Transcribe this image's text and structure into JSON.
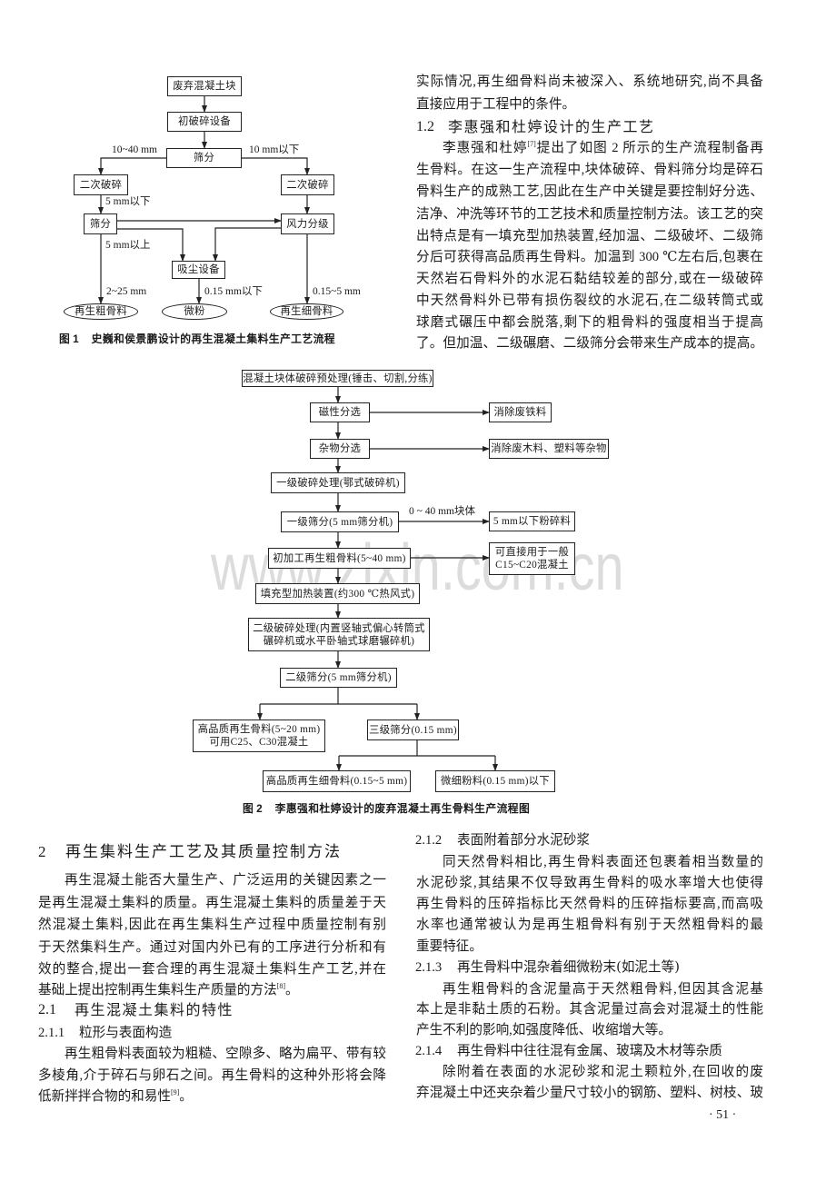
{
  "watermark": "www.zixin.com.cn",
  "page_number": "· 51 ·",
  "figure_1": {
    "caption_num": "图 1",
    "caption_title": "史巍和侯景鹏设计的再生混凝土集料生产工艺流程",
    "nodes": {
      "waste_block": "废弃混凝土块",
      "primary_crusher": "初破碎设备",
      "screening": "筛分",
      "secondary_crush_left": "二次破碎",
      "secondary_crush_right": "二次破碎",
      "screening_small": "筛分",
      "air_classifier": "风力分级",
      "dust_collector": "吸尘设备",
      "coarse_aggregate": "再生粗骨料",
      "fine_powder": "微粉",
      "fine_aggregate": "再生细骨料"
    },
    "labels": {
      "size_10_40": "10~40 mm",
      "below_10": "10 mm以下",
      "below_5": "5 mm以下",
      "above_5": "5 mm以上",
      "size_2_25": "2~25 mm",
      "below_015": "0.15 mm以下",
      "size_015_5": "0.15~5 mm"
    }
  },
  "figure_2": {
    "caption_num": "图 2",
    "caption_title": "李惠强和杜婷设计的废弃混凝土再生骨料生产流程图",
    "nodes": {
      "pretreatment": "混凝土块体破碎预处理(锤击、切割,分练)",
      "magnetic_sort": "磁性分选",
      "remove_iron": "消除废铁料",
      "debris_sort": "杂物分选",
      "remove_debris": "消除废木料、塑料等杂物",
      "primary_crush": "一级破碎处理(鄂式破碎机)",
      "primary_screen": "一级筛分(5 mm筛分机)",
      "below_5_crushed": "5 mm以下粉碎料",
      "rough_coarse": "初加工再生粗骨料(5~40 mm)",
      "direct_use": "可直接用于一般\nC15~C20混凝土",
      "heater": "填充型加热装置(约300 ℃热风式)",
      "secondary_crush": "二级破碎处理(内置竖轴式偏心转筒式\n碾碎机或水平卧轴式球磨辗碎机)",
      "secondary_screen": "二级筛分(5 mm筛分机)",
      "hq_coarse": "高品质再生骨料(5~20 mm)\n可用C25、C30混凝土",
      "tertiary_screen": "三级筛分(0.15 mm)",
      "hq_fine": "高品质再生细骨料(0.15~5 mm)",
      "micro_powder": "微细粉料(0.15 mm)以下"
    },
    "labels": {
      "block_0_40": "0 ~ 40 mm块体"
    }
  },
  "right_top": {
    "lines": [
      "实际情况,再生细骨料尚未被深入、系统地研究,尚不具备",
      "直接应用于工程中的条件。"
    ],
    "heading": {
      "num": "1.2",
      "title": "李惠强和杜婷设计的生产工艺"
    },
    "para_first": {
      "pre": "李惠强和杜婷",
      "ref": "[7]",
      "post": "提出了如图 2 所示的生产流程制备再"
    },
    "para": [
      "生骨料。在这一生产流程中,块体破碎、骨料筛分均是碎石",
      "骨料生产的成熟工艺,因此在生产中关键是要控制好分选、",
      "洁净、冲洗等环节的工艺技术和质量控制方法。该工艺的突",
      "出特点是有一填充型加热装置,经加温、二级破坏、二级筛",
      "分后可获得高品质再生骨料。加温到 300 ℃左右后,包裹在",
      "天然岩石骨料外的水泥石黏结较差的部分,或在一级破碎",
      "中天然骨料外已带有损伤裂纹的水泥石,在二级转筒式或",
      "球磨式碾压中都会脱落,剩下的粗骨料的强度相当于提高",
      "了。但加温、二级碾磨、二级筛分会带来生产成本的提高。"
    ]
  },
  "left_bottom": {
    "section": {
      "num": "2",
      "title": "再生集料生产工艺及其质量控制方法"
    },
    "para": [
      "再生混凝土能否大量生产、广泛运用的关键因素之一",
      "是再生混凝土集料的质量。再生混凝土集料的质量差于天",
      "然混凝土集料,因此在再生集料生产过程中质量控制有别",
      "于天然集料生产。通过对国内外已有的工序进行分析和有",
      "效的整合,提出一套合理的再生混凝土集料生产工艺,并在"
    ],
    "para_last": {
      "pre": "基础上提出控制再生集料生产质量的方法",
      "ref": "[8]",
      "post": "。"
    },
    "sub_2_1": {
      "num": "2.1",
      "title": "再生混凝土集料的特性"
    },
    "sub_2_1_1": {
      "num": "2.1.1",
      "title": "粒形与表面构造"
    },
    "para2": [
      "再生粗骨料表面较为粗糙、空隙多、略为扁平、带有较",
      "多棱角,介于碎石与卵石之间。再生骨料的这种外形将会降"
    ],
    "para2_last": {
      "pre": "低新拌拌合物的和易性",
      "ref": "[9]",
      "post": "。"
    }
  },
  "right_bottom": {
    "sub_2_1_2": {
      "num": "2.1.2",
      "title": "表面附着部分水泥砂浆"
    },
    "para1": [
      "同天然骨料相比,再生骨料表面还包裹着相当数量的",
      "水泥砂浆,其结果不仅导致再生骨料的吸水率增大也使得",
      "再生骨料的压碎指标比天然骨料的压碎指标要高,而高吸",
      "水率也通常被认为是再生粗骨料有别于天然粗骨料的最",
      "重要特征。"
    ],
    "sub_2_1_3": {
      "num": "2.1.3",
      "title": "再生骨料中混杂着细微粉末(如泥土等)"
    },
    "para2": [
      "再生粗骨料的含泥量高于天然粗骨料,但因其含泥基",
      "本上是非黏土质的石粉。其含泥量过高会对混凝土的性能",
      "产生不利的影响,如强度降低、收缩增大等。"
    ],
    "sub_2_1_4": {
      "num": "2.1.4",
      "title": "再生骨料中往往混有金属、玻璃及木材等杂质"
    },
    "para3": [
      "除附着在表面的水泥砂浆和泥土颗粒外,在回收的废",
      "弃混凝土中还夹杂着少量尺寸较小的钢筋、塑料、树枝、玻"
    ]
  }
}
